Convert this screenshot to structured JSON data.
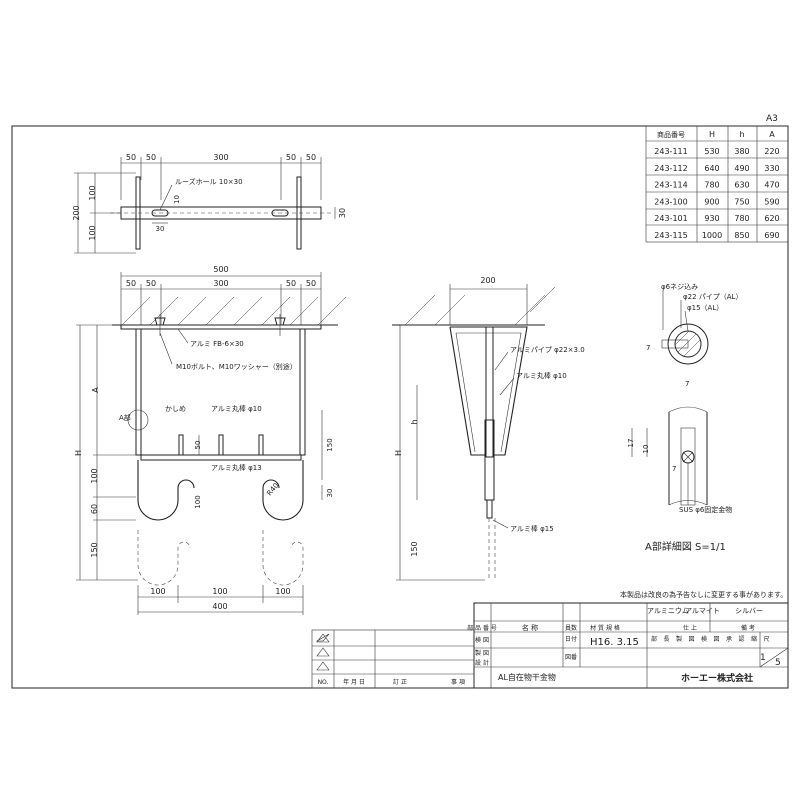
{
  "sheet": {
    "size": "A3"
  },
  "spec_table": {
    "headers": [
      "商品番号",
      "H",
      "h",
      "A"
    ],
    "rows": [
      [
        "243-111",
        "530",
        "380",
        "220"
      ],
      [
        "243-112",
        "640",
        "490",
        "330"
      ],
      [
        "243-114",
        "780",
        "630",
        "470"
      ],
      [
        "243-100",
        "900",
        "750",
        "590"
      ],
      [
        "243-101",
        "930",
        "780",
        "620"
      ],
      [
        "243-115",
        "1000",
        "850",
        "690"
      ]
    ]
  },
  "plan_view": {
    "top_dims": [
      "50",
      "50",
      "300",
      "50",
      "50"
    ],
    "left_dims": [
      "200",
      "100",
      "100"
    ],
    "right_dim": "30",
    "slot_label": "ルーズホール 10×30",
    "slot_v": "10",
    "slot_h": "30"
  },
  "front_view": {
    "overall": "500",
    "top_dims": [
      "50",
      "50",
      "300",
      "50",
      "50"
    ],
    "fb_label": "アルミ FB-6×30",
    "bolt_label": "M10ボルト、M10ワッシャー（別途）",
    "detail_ref": "A部",
    "kashime": "かしめ",
    "round_bar": "アルミ丸棒 φ10",
    "round_bar_b": "アルミ丸棒 φ13",
    "left_dims": [
      "A",
      "H",
      "100",
      "60",
      "150"
    ],
    "d50": "50",
    "d100": "100",
    "d150": "150",
    "d30": "30",
    "r40": "R40",
    "bottom_dims": [
      "100",
      "100",
      "100",
      "400"
    ]
  },
  "side_view": {
    "top": "200",
    "pipe": "アルミパイプ φ22×3.0",
    "bar10": "アルミ丸棒 φ10",
    "bar15": "アルミ棒 φ15",
    "dims": [
      "h",
      "H",
      "150"
    ]
  },
  "detail": {
    "l1": "φ6ネジ込み",
    "l2": "φ22 パイプ（AL）",
    "l3": "φ15（AL）",
    "d7a": "7",
    "d7b": "7",
    "d17": "17",
    "d10": "10",
    "d7c": "7",
    "sus": "SUS φ6固定金物",
    "caption": "A部詳細図  S=1/1"
  },
  "notice": "本製品は改良の為予告なしに変更する事があります。",
  "material": {
    "row": [
      "アルミニウム",
      "アルマイト",
      "シルバー"
    ],
    "headers": [
      "材 質 規 格",
      "仕 上",
      "備 考"
    ]
  },
  "title_block": {
    "part_no": "部 品 番 号",
    "name_h": "名 称",
    "count_h": "員数",
    "cols": [
      "部",
      "長",
      "製",
      "図",
      "検",
      "図",
      "承",
      "認",
      "縮",
      "尺"
    ],
    "rows": [
      "検 図",
      "製 図",
      "設 計"
    ],
    "date_h": "日付",
    "drawing_h": "図番",
    "date": "H16. 3.15",
    "scale_1": "1",
    "scale_5": "5",
    "product": "AL自在物干金物",
    "company": "ホーエー株式会社"
  },
  "revision": {
    "headers": [
      "NO.",
      "年 月 日",
      "訂 正",
      "事 項"
    ]
  }
}
